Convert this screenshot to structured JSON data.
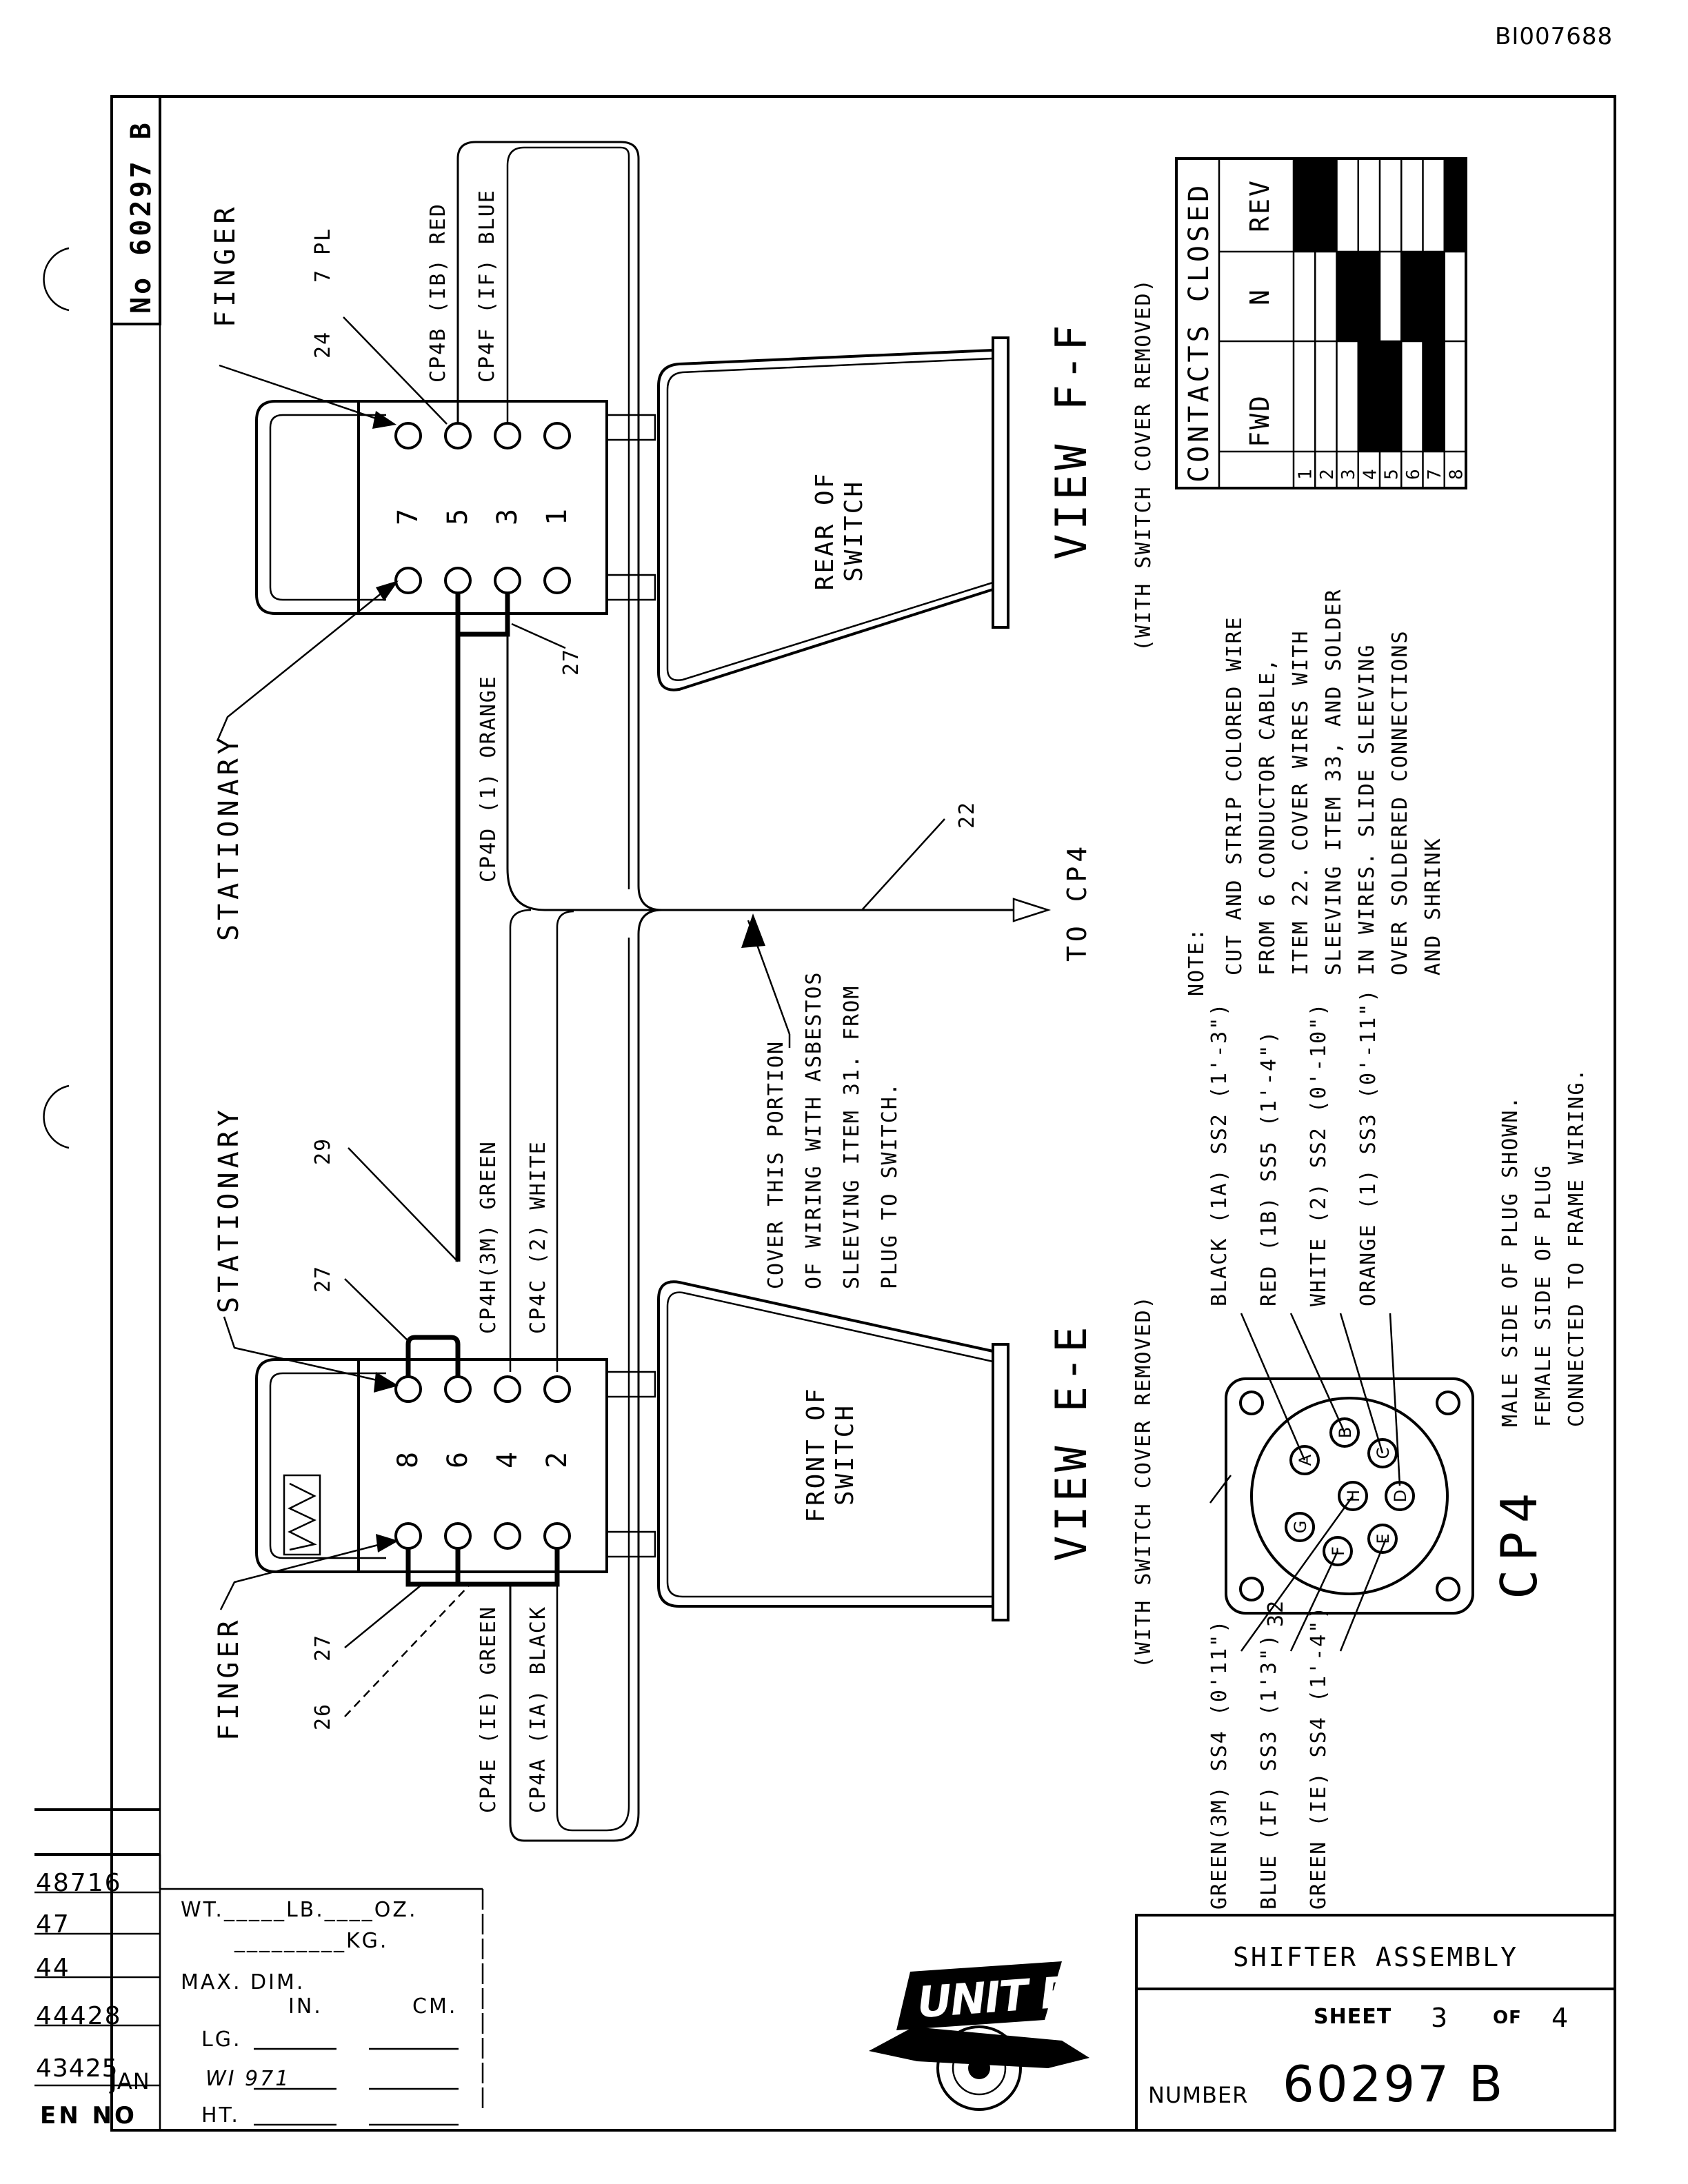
{
  "doc_id": "BI007688",
  "drawing_number": "No 60297 B",
  "labels": {
    "finger_top": "FINGER",
    "finger_bottom": "FINGER",
    "stationary_top": "STATIONARY",
    "stationary_bottom": "STATIONARY",
    "seven_pl": "7 PL",
    "ref24": "24",
    "ref27a": "27",
    "ref27b": "27",
    "ref27c": "27",
    "ref29": "29",
    "ref26": "26",
    "ref22": "22",
    "ref32": "32"
  },
  "view_ff": {
    "title": "VIEW F-F",
    "subtitle": "(WITH SWITCH COVER REMOVED)",
    "switch_label_1": "REAR OF",
    "switch_label_2": "SWITCH",
    "terminal_numbers": [
      "7",
      "5",
      "3",
      "1"
    ],
    "wires": [
      "CP4B (IB) RED",
      "CP4F (IF) BLUE",
      "CP4D (1) ORANGE"
    ]
  },
  "view_ee": {
    "title": "VIEW E-E",
    "subtitle": "(WITH SWITCH COVER REMOVED)",
    "switch_label_1": "FRONT OF",
    "switch_label_2": "SWITCH",
    "terminal_numbers": [
      "8",
      "6",
      "4",
      "2"
    ],
    "wires": [
      "CP4H(3M) GREEN",
      "CP4C (2) WHITE",
      "CP4E (IE) GREEN",
      "CP4A (IA) BLACK"
    ]
  },
  "to_cp4": "TO CP4",
  "cover_note": [
    "COVER THIS PORTION",
    "OF WIRING WITH ASBESTOS",
    "SLEEVING ITEM 31. FROM",
    "PLUG TO SWITCH."
  ],
  "contacts_table": {
    "title": "CONTACTS CLOSED",
    "headers": [
      "FWD",
      "N",
      "REV"
    ],
    "rows": [
      "1",
      "2",
      "3",
      "4",
      "5",
      "6",
      "7",
      "8"
    ],
    "filled": {
      "FWD": [
        false,
        false,
        false,
        true,
        true,
        false,
        true,
        false
      ],
      "N": [
        false,
        false,
        true,
        true,
        false,
        true,
        true,
        false
      ],
      "REV": [
        true,
        true,
        false,
        false,
        false,
        false,
        false,
        true
      ]
    }
  },
  "note": {
    "heading": "NOTE:",
    "lines": [
      "CUT AND STRIP COLORED WIRE",
      "FROM 6 CONDUCTOR CABLE,",
      "ITEM 22. COVER WIRES WITH",
      "SLEEVING ITEM 33, AND SOLDER",
      "IN WIRES. SLIDE SLEEVING",
      "OVER SOLDERED CONNECTIONS",
      "AND SHRINK"
    ]
  },
  "plug": {
    "name": "CP4",
    "pins": [
      "A",
      "B",
      "C",
      "D",
      "E",
      "F",
      "G",
      "H"
    ],
    "wires_top": [
      "BLACK (1A) SS2 (1'-3\")",
      "RED (1B) SS5 (1'-4\")",
      "WHITE (2) SS2 (0'-10\")",
      "ORANGE (1) SS3 (0'-11\")"
    ],
    "wires_bottom": [
      "GREEN(3M) SS4 (0'11\")",
      "BLUE (IF) SS3 (1'3\")",
      "GREEN (IE) SS4 (1'-4\")"
    ],
    "side_note": [
      "MALE SIDE OF PLUG SHOWN.",
      "FEMALE SIDE OF PLUG",
      "CONNECTED TO FRAME WIRING."
    ]
  },
  "revisions": [
    "48716",
    "47",
    "44",
    "44428",
    "43425",
    "EN NO"
  ],
  "rev_jan": "JAN",
  "weights": {
    "wt": "WT._____LB.____OZ.",
    "kg": "_________KG.",
    "maxdim": "MAX. DIM.",
    "in": "IN.",
    "cm": "CM.",
    "lg": "LG.",
    "wi": "WI 971",
    "ht": "HT."
  },
  "title_block": {
    "title": "SHIFTER ASSEMBLY",
    "sheet_label": "SHEET",
    "sheet_num": "3",
    "of_label": "OF",
    "sheet_total": "4",
    "number_label": "NUMBER",
    "number": "60297 B"
  },
  "logo_text": "UNIT RIG"
}
